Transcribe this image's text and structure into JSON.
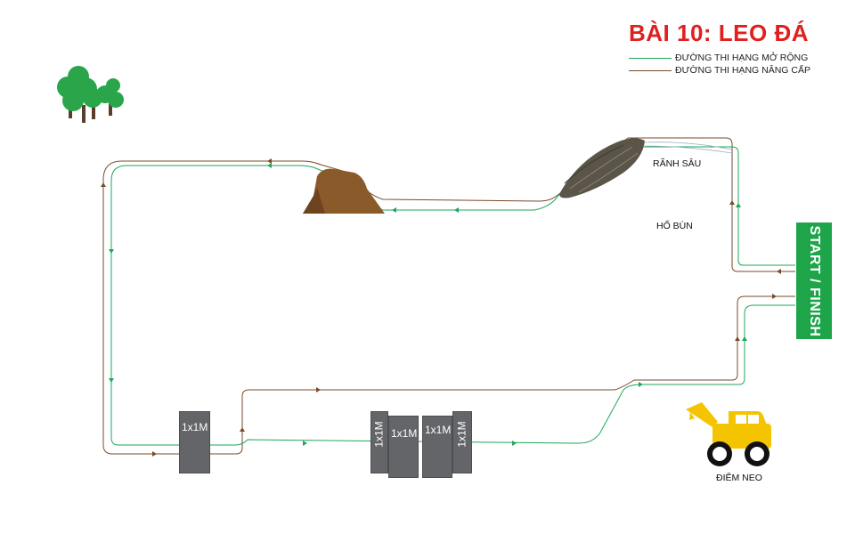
{
  "title": "BÀI 10: LEO ĐÁ",
  "legend": [
    {
      "label": "ĐƯỜNG THI HẠNG MỞ RỘNG",
      "color": "#1fa65a"
    },
    {
      "label": "ĐƯỜNG THI HẠNG NÂNG CẤP",
      "color": "#7a4a2a"
    }
  ],
  "labels": {
    "deep_trench": "RÃNH SÂU",
    "mud_pit": "HỐ BÙN",
    "anchor_point": "ĐIỂM NEO",
    "start_finish": "START / FINISH"
  },
  "blocks": {
    "single": "1x1M",
    "group": [
      "1x1M",
      "1x1M",
      "1x1M",
      "1x1M"
    ]
  },
  "colors": {
    "title": "#e02020",
    "start_box": "#1ea54a",
    "block": "#646569",
    "loader": "#f5c400",
    "dirt_mound": "#8b5a2b",
    "rock": "#5a5548",
    "trees": "#2aa54a"
  }
}
